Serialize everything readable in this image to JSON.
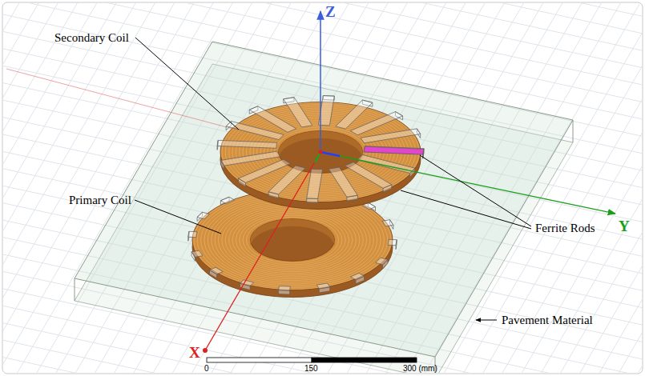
{
  "diagram": {
    "labels": [
      "Secondary Coil",
      "Primary Coil",
      "Ferrite Rods",
      "Pavement Material",
      "Z",
      "Y",
      "X",
      "0",
      "150",
      "300 (mm)"
    ]
  }
}
